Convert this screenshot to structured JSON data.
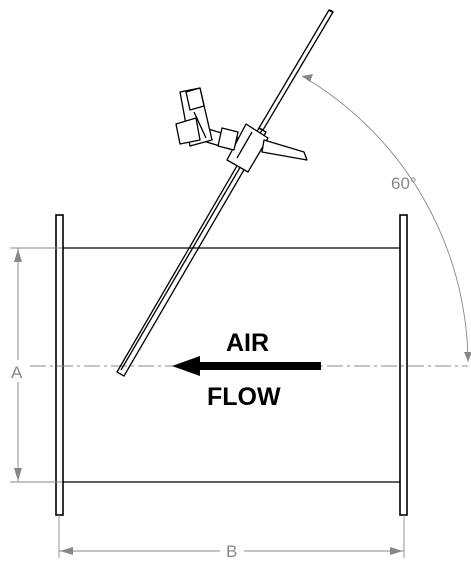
{
  "labels": {
    "angle": "60°",
    "dim_height": "A",
    "dim_length": "B",
    "air_line1": "AIR",
    "air_line2": "FLOW"
  },
  "colors": {
    "outline": "#000000",
    "dimension": "#888888",
    "centerline": "#888888"
  },
  "icons": {
    "flow_arrow": "arrow-left-icon",
    "handle": "hand-knob-icon"
  }
}
